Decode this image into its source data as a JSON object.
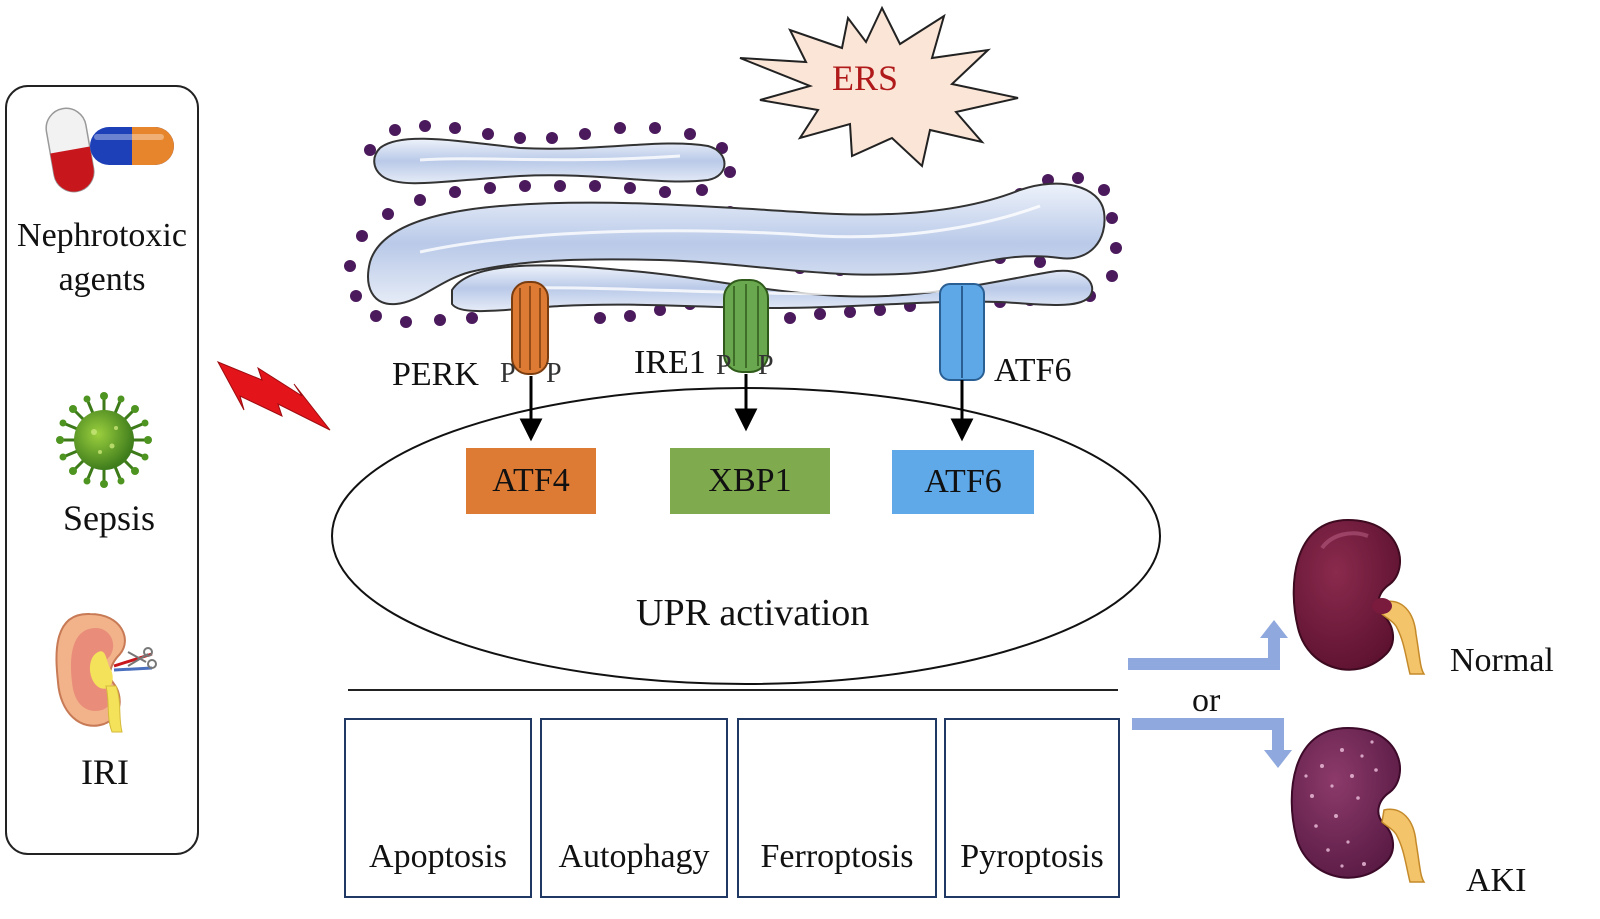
{
  "stress": {
    "label": "ERS"
  },
  "causes": [
    {
      "label": "Nephrotoxic agents",
      "icon": "pill-capsules-icon"
    },
    {
      "label": "Sepsis",
      "icon": "virus-icon"
    },
    {
      "label": "IRI",
      "icon": "kidney-clamp-icon"
    }
  ],
  "sensors": [
    {
      "label": "PERK",
      "color": "#e07b2a"
    },
    {
      "label": "IRE1",
      "color": "#6aa84f"
    },
    {
      "label": "ATF6",
      "color": "#5fa8e8"
    }
  ],
  "phospho": "P",
  "transcription_factors": [
    {
      "label": "ATF4",
      "color": "#dd7a33"
    },
    {
      "label": "XBP1",
      "color": "#7faa4e"
    },
    {
      "label": "ATF6",
      "color": "#5fa9e9"
    }
  ],
  "nucleus": {
    "label": "UPR activation"
  },
  "cell_death": [
    {
      "label": "Apoptosis",
      "icon": "apoptotic-cell-icon"
    },
    {
      "label": "Autophagy",
      "icon": "autophagic-cell-icon"
    },
    {
      "label": "Ferroptosis",
      "icon": "ferroptotic-cell-icon"
    },
    {
      "label": "Pyroptosis",
      "icon": "pyroptotic-cell-icon"
    }
  ],
  "connector": "or",
  "outcomes": [
    {
      "label": "Normal",
      "icon": "healthy-kidney-icon"
    },
    {
      "label": "AKI",
      "icon": "injured-kidney-icon"
    }
  ]
}
